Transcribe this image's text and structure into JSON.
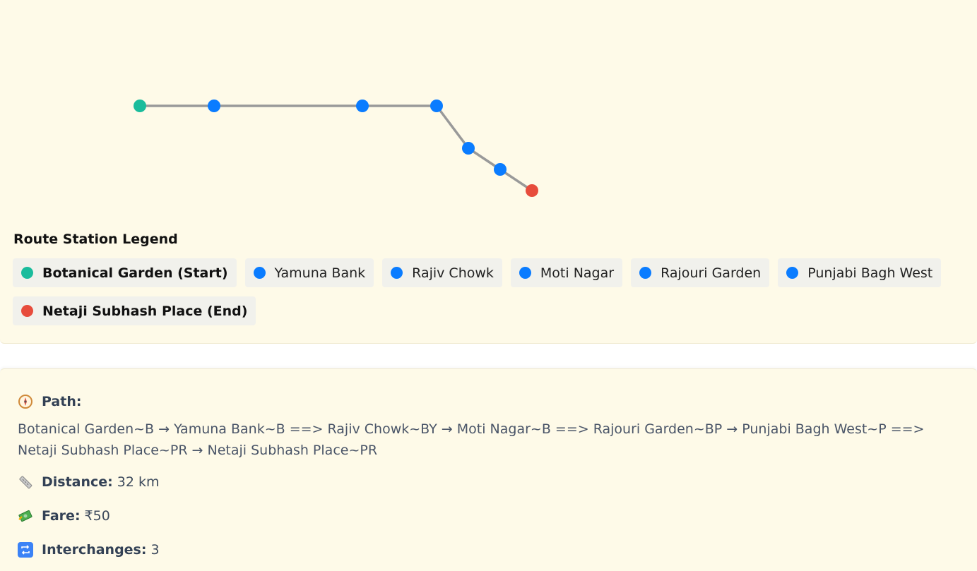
{
  "colors": {
    "start": "#1abc9c",
    "middle": "#0a7cff",
    "end": "#e74c3c",
    "line": "#999999"
  },
  "legend": {
    "title": "Route Station Legend",
    "items": [
      {
        "label": "Botanical Garden (Start)",
        "role": "start"
      },
      {
        "label": "Yamuna Bank",
        "role": "middle"
      },
      {
        "label": "Rajiv Chowk",
        "role": "middle"
      },
      {
        "label": "Moti Nagar",
        "role": "middle"
      },
      {
        "label": "Rajouri Garden",
        "role": "middle"
      },
      {
        "label": "Punjabi Bagh West",
        "role": "middle"
      },
      {
        "label": "Netaji Subhash Place (End)",
        "role": "end"
      }
    ]
  },
  "info": {
    "path": {
      "icon": "compass-icon",
      "label": "Path:",
      "value": "Botanical Garden~B → Yamuna Bank~B ==> Rajiv Chowk~BY → Moti Nagar~B ==> Rajouri Garden~BP → Punjabi Bagh West~P ==> Netaji Subhash Place~PR → Netaji Subhash Place~PR"
    },
    "distance": {
      "icon": "ruler-icon",
      "label": "Distance:",
      "value": "32 km"
    },
    "fare": {
      "icon": "money-icon",
      "label": "Fare:",
      "value": "₹50"
    },
    "interchanges": {
      "icon": "repeat-icon",
      "label": "Interchanges:",
      "value": "3"
    }
  }
}
